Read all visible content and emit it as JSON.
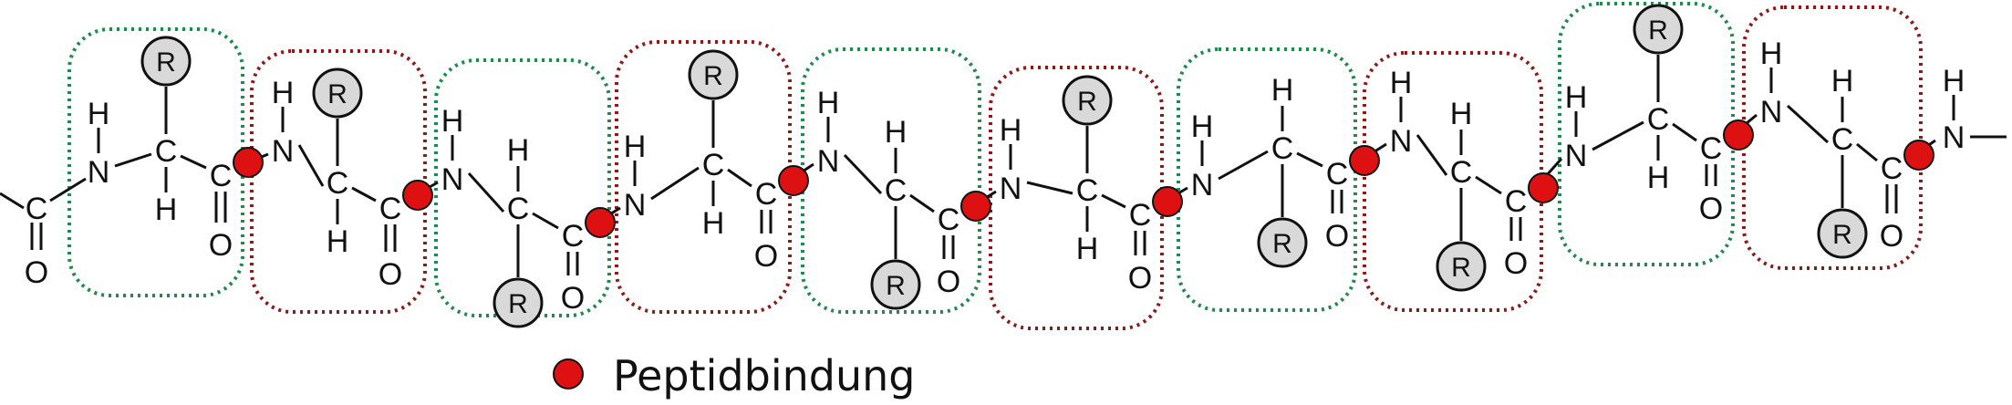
{
  "labels": {
    "nitrogen": "N",
    "carbon": "C",
    "oxygen": "O",
    "hydrogen": "H",
    "residue": "R"
  },
  "colors": {
    "green_box": "#1f8a4c",
    "red_box": "#8b1a1a",
    "peptide_dot": "#dd1111",
    "residue_fill": "#d9d9d9",
    "ink": "#111111"
  },
  "legend": {
    "label": "Peptidbindung"
  },
  "residues": [
    {
      "color": "green",
      "r_side": "up"
    },
    {
      "color": "red",
      "r_side": "up"
    },
    {
      "color": "green",
      "r_side": "down"
    },
    {
      "color": "red",
      "r_side": "up"
    },
    {
      "color": "green",
      "r_side": "down"
    },
    {
      "color": "red",
      "r_side": "up"
    },
    {
      "color": "green",
      "r_side": "down"
    },
    {
      "color": "red",
      "r_side": "down"
    },
    {
      "color": "green",
      "r_side": "up"
    },
    {
      "color": "red",
      "r_side": "down"
    }
  ]
}
